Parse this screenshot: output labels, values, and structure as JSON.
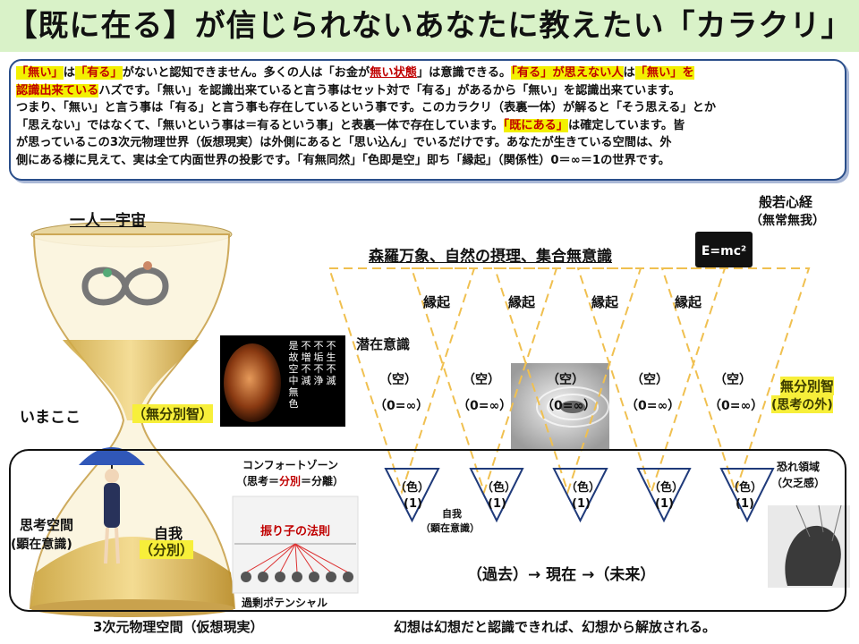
{
  "title": "【既に在る】が信じられないあなたに教えたい「カラクリ」",
  "paragraph": {
    "lines": [
      [
        {
          "t": "「無い」",
          "s": "hr"
        },
        {
          "t": "は"
        },
        {
          "t": "「有る」",
          "s": "hr"
        },
        {
          "t": "がないと認知できません。多くの人は「お金が"
        },
        {
          "t": "無い状態",
          "s": "ul"
        },
        {
          "t": "」は意識できる。"
        },
        {
          "t": "「有る」が思えない人",
          "s": "hl"
        },
        {
          "t": "は"
        },
        {
          "t": "「無い」を",
          "s": "hl"
        }
      ],
      [
        {
          "t": "認識出来ている",
          "s": "hl"
        },
        {
          "t": "ハズです。「無い」を認識出来ていると言う事はセット対で「有る」があるから「無い」を認識出来ています。"
        }
      ],
      [
        {
          "t": "つまり、「無い」と言う事は「有る」と言う事も存在しているという事です。このカラクリ（表裏一体）が解ると「そう思える」とか"
        }
      ],
      [
        {
          "t": "「思えない」ではなくて、「無いという事は＝有るという事」と表裏一体で存在しています。"
        },
        {
          "t": "「既にある」",
          "s": "hl"
        },
        {
          "t": "は確定しています。皆"
        }
      ],
      [
        {
          "t": "が思っているこの3次元物理世界（仮想現実）は外側にあると「思い込ん」でいるだけです。あなたが生きている空間は、外"
        }
      ],
      [
        {
          "t": "側にある様に見えて、実は全て内面世界の投影です。「有無同然」「色即是空」即ち「縁起」（関係性）0＝∞＝1の世界です。"
        }
      ]
    ]
  },
  "labels": {
    "ichinin": "一人一宇宙",
    "hannya_1": "般若心経",
    "hannya_2": "（無常無我）",
    "shinra": "森羅万象、自然の摂理、集合無意識",
    "emc": "E=mc²",
    "engi": "縁起",
    "senzai": "潜在意識",
    "kuu": "（空）",
    "zero_inf": "（0=∞）",
    "mufunbetsu_right_1": "無分別智",
    "mufunbetsu_right_2": "(思考の外)",
    "imakoko": "いまここ",
    "mufunbetsu_left": "（無分別智）",
    "comfort_1": "コンフォートゾーン",
    "comfort_2a": "（思考＝",
    "comfort_2b": "分別",
    "comfort_2c": "＝分離）",
    "furiko": "振り子の法則",
    "kajo": "過剰ポテンシャル",
    "shikou_1": "思考空間",
    "shikou_2": "(顕在意識)",
    "jiga": "自我",
    "funbetsu": "（分別）",
    "iro": "（色）",
    "one": "(1)",
    "jiga_small_1": "自我",
    "jiga_small_2": "（顕在意識）",
    "kako": "（過去）→ 現在 →（未来）",
    "osore_1": "恐れ領域",
    "osore_2": "（欠乏感）",
    "sanjigen": "3次元物理空間（仮想現実）",
    "gensou": "幻想は幻想だと認識できれば、幻想から解放される。",
    "sutra_cols": [
      "不生不滅",
      "不垢不浄",
      "不増不減",
      "是故空中無色"
    ]
  },
  "colors": {
    "title_bg": "#d9f2c8",
    "frame": "#2a4e8a",
    "dashed_triangle": "#f0c050",
    "blue_triangle": "#1f3a7a",
    "highlight": "#f3f000",
    "red_text": "#c00000"
  }
}
